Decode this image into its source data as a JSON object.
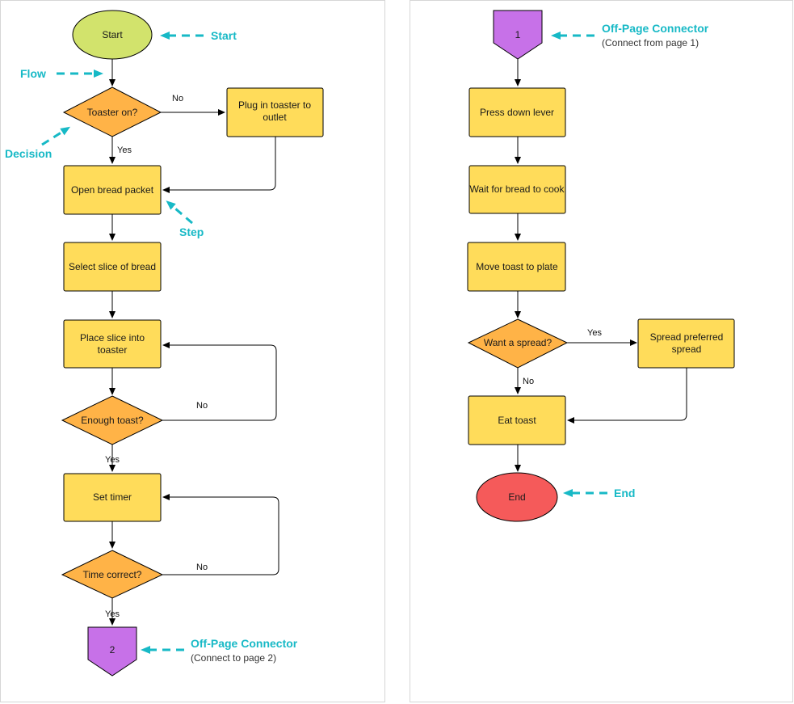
{
  "colors": {
    "start": "#d2e36c",
    "end": "#f55a5a",
    "step": "#ffdc5a",
    "decision": "#ffb347",
    "connector": "#c771e8",
    "annotation": "#17b9c6"
  },
  "nodes": {
    "start": "Start",
    "toaster_on": "Toaster on?",
    "plug_in": "Plug in toaster to outlet",
    "open_packet": "Open bread packet",
    "select_slice": "Select slice of bread",
    "place_slice": "Place slice into toaster",
    "enough_toast": "Enough toast?",
    "set_timer": "Set timer",
    "time_correct": "Time correct?",
    "connector_2": "2",
    "connector_1": "1",
    "press_lever": "Press down lever",
    "wait_bread": "Wait for bread to cook",
    "move_toast": "Move toast to plate",
    "want_spread": "Want a spread?",
    "spread": "Spread preferred spread",
    "eat_toast": "Eat toast",
    "end": "End"
  },
  "edge_labels": {
    "toaster_no": "No",
    "toaster_yes": "Yes",
    "enough_no": "No",
    "enough_yes": "Yes",
    "time_no": "No",
    "time_yes": "Yes",
    "spread_yes": "Yes",
    "spread_no": "No"
  },
  "annotations": {
    "start": "Start",
    "flow": "Flow",
    "decision": "Decision",
    "step": "Step",
    "offpage_left_title": "Off-Page Connector",
    "offpage_left_sub": "(Connect to page 2)",
    "offpage_right_title": "Off-Page Connector",
    "offpage_right_sub": "(Connect from page 1)",
    "end": "End"
  }
}
